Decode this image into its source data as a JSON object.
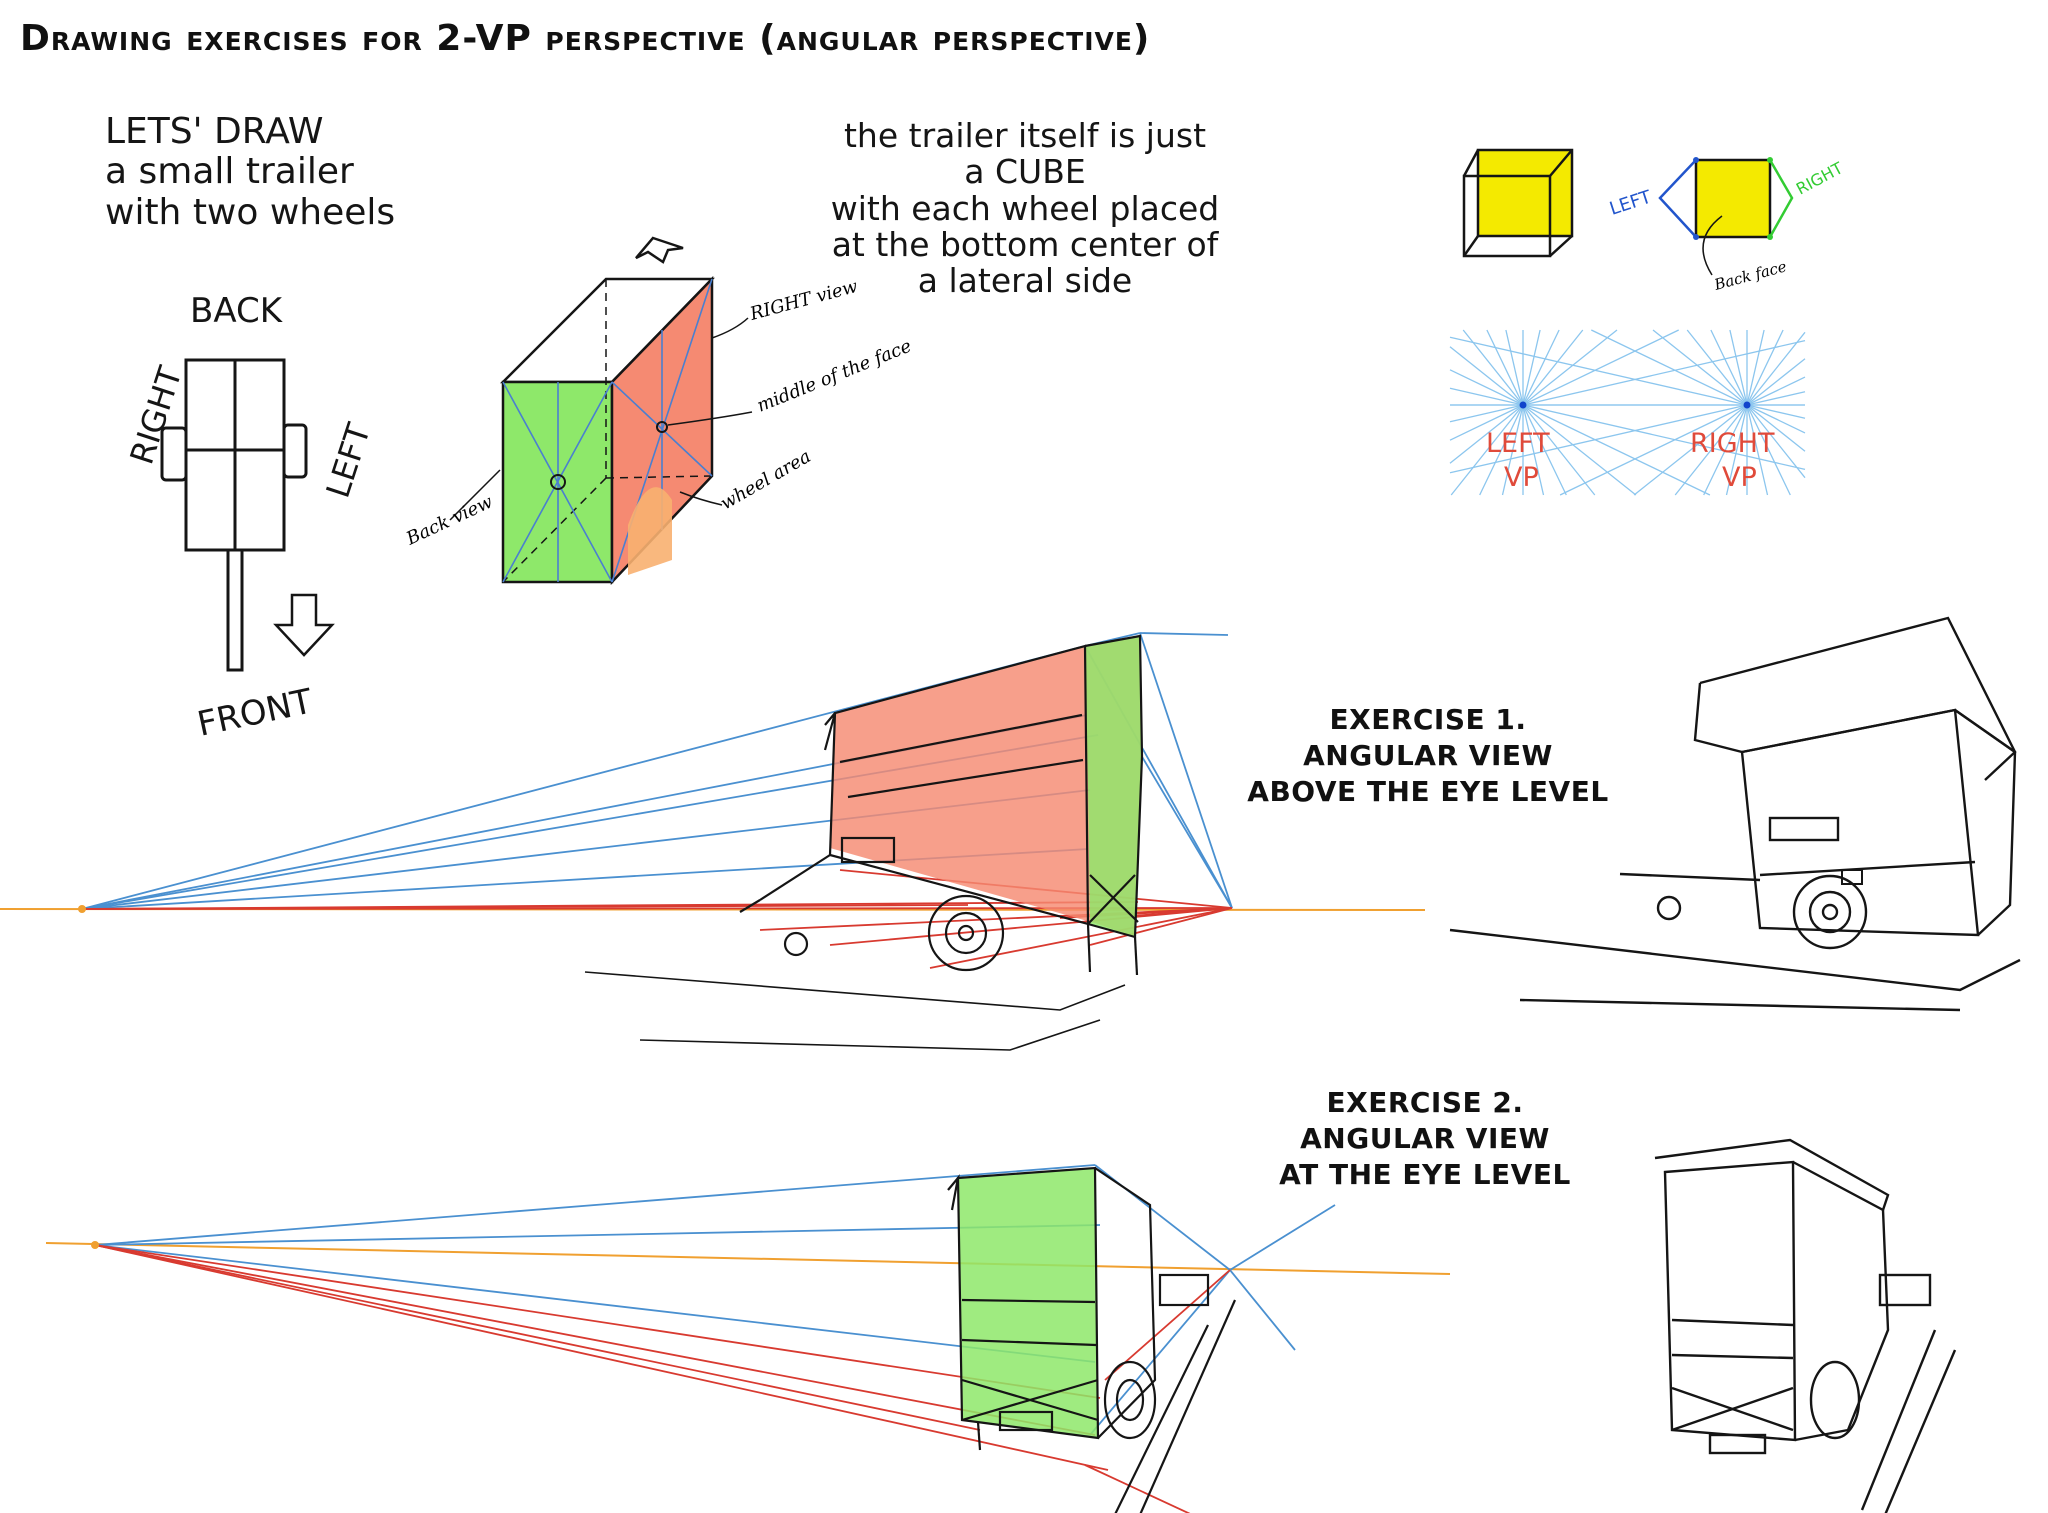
{
  "title": "Drawing exercises for 2-VP perspective (angular perspective)",
  "intro": {
    "line1": "LETS' DRAW",
    "line2": "a small trailer",
    "line3": "with two wheels"
  },
  "plan_sketch": {
    "back": "BACK",
    "front": "FRONT",
    "right": "RIGHT",
    "left": "LEFT"
  },
  "cube_sketch": {
    "right_view": "RIGHT view",
    "middle_of_face": "middle of the face",
    "wheel_area": "wheel area",
    "back_view": "Back view"
  },
  "cube_note": {
    "line1": "the trailer itself is just",
    "line2": "a CUBE",
    "line3": "with each wheel placed",
    "line4": "at the bottom center of",
    "line5": "a lateral side"
  },
  "mini_cube": {
    "left": "LEFT",
    "right": "RIGHT",
    "back_face": "Back face"
  },
  "vp_diagram": {
    "left_vp_1": "LEFT",
    "left_vp_2": "VP",
    "right_vp_1": "RIGHT",
    "right_vp_2": "VP"
  },
  "exercise1": {
    "line1": "EXERCISE 1.",
    "line2": "ANGULAR VIEW",
    "line3": "ABOVE THE EYE LEVEL"
  },
  "exercise2": {
    "line1": "EXERCISE 2.",
    "line2": "ANGULAR VIEW",
    "line3": "AT THE EYE LEVEL"
  },
  "colors": {
    "green_face": "#8ee86a",
    "red_face": "#f58a72",
    "yellow_face": "#f4ea00",
    "blue_line": "#4a90d0",
    "red_line": "#d83a30",
    "horizon": "#f0a030",
    "left_label": "#2255cc",
    "right_label": "#33cc33",
    "vp_label": "#e04a3a"
  }
}
